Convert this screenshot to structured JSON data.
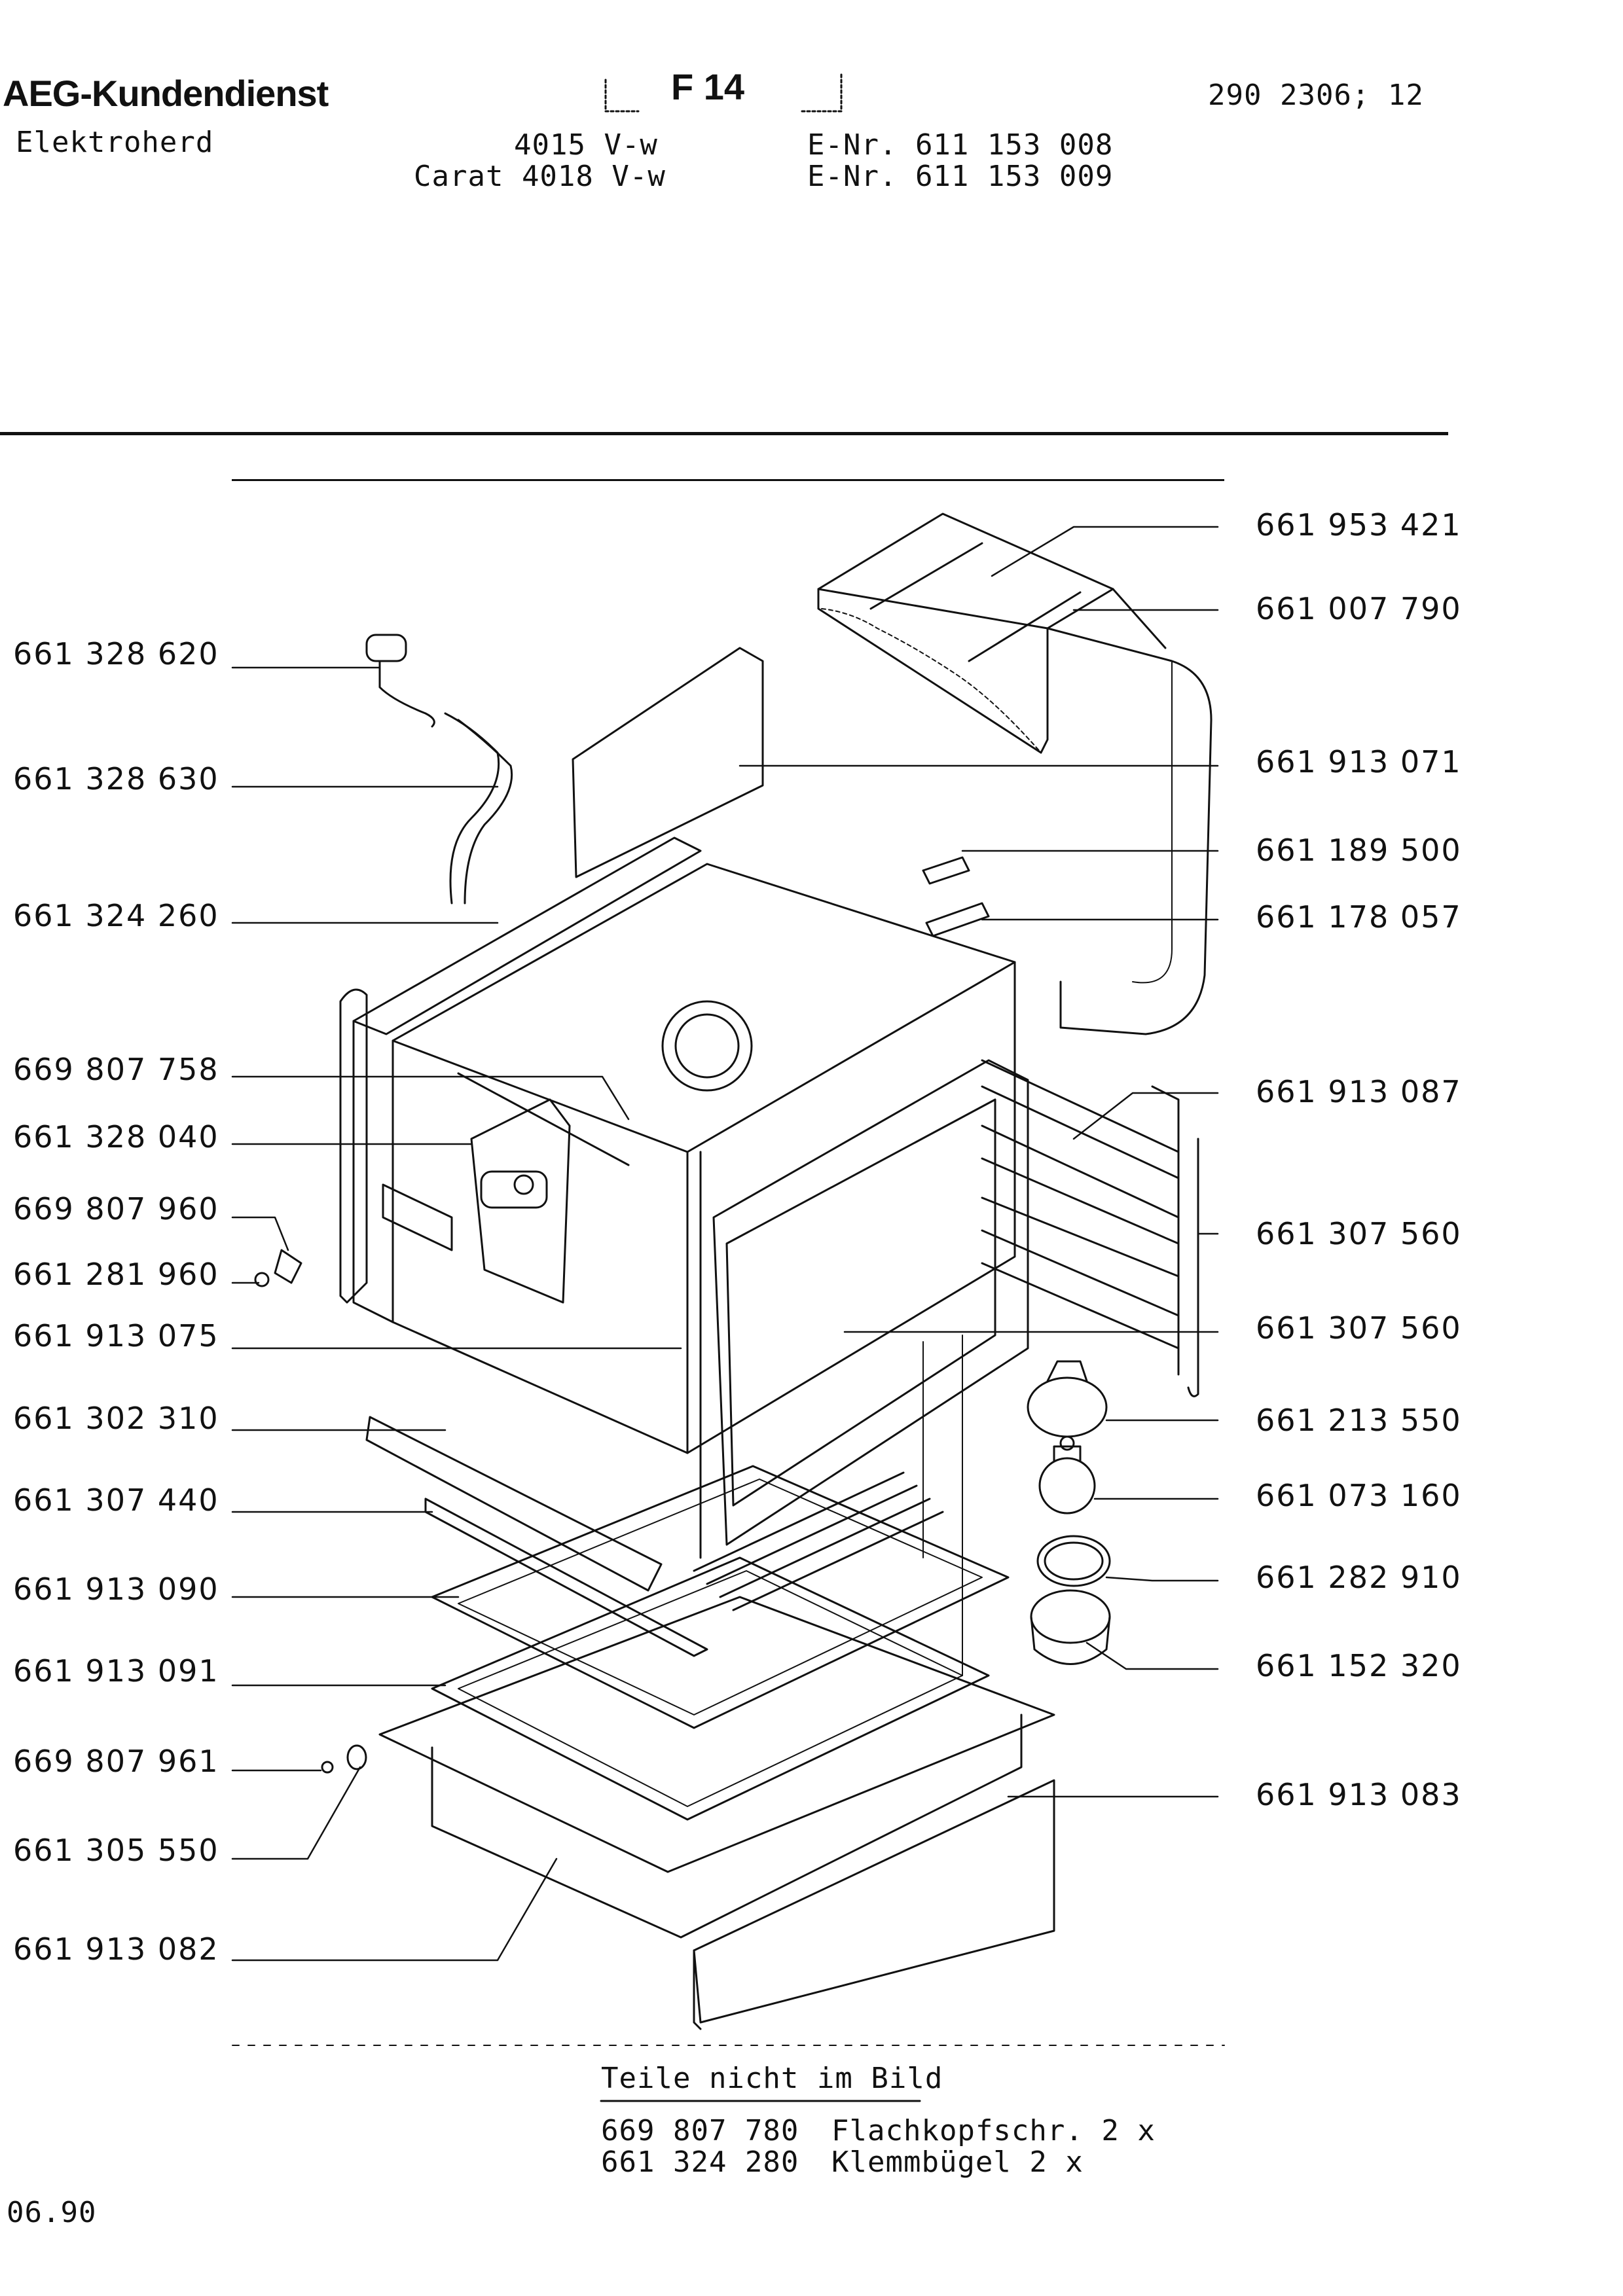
{
  "header": {
    "brand": "AEG-Kundendienst",
    "product": "Elektroherd",
    "sheet": "F 14",
    "doc_number": "290 2306; 12",
    "models": [
      {
        "model": "4015 V-w",
        "enr": "E-Nr. 611 153 008"
      },
      {
        "model": "Carat 4018 V-w",
        "enr": "E-Nr. 611 153 009"
      }
    ]
  },
  "left_parts": [
    "661 328 620",
    "661 328 630",
    "661 324 260",
    "669 807 758",
    "661 328 040",
    "669 807 960",
    "661 281 960",
    "661 913 075",
    "661 302 310",
    "661 307 440",
    "661 913 090",
    "661 913 091",
    "669 807 961",
    "661 305 550",
    "661 913 082"
  ],
  "right_parts": [
    "661 953 421",
    "661 007 790",
    "661 913 071",
    "661 189 500",
    "661 178 057",
    "661 913 087",
    "661 307 560",
    "661 307 560",
    "661 213 550",
    "661 073 160",
    "661 282 910",
    "661 152 320",
    "661 913 083"
  ],
  "not_shown": {
    "title": "Teile nicht im Bild",
    "items": [
      {
        "number": "669 807 780",
        "desc": "Flachkopfschr. 2 x"
      },
      {
        "number": "661 324 280",
        "desc": "Klemmbügel 2 x"
      }
    ]
  },
  "footer": {
    "date": "06.90"
  }
}
